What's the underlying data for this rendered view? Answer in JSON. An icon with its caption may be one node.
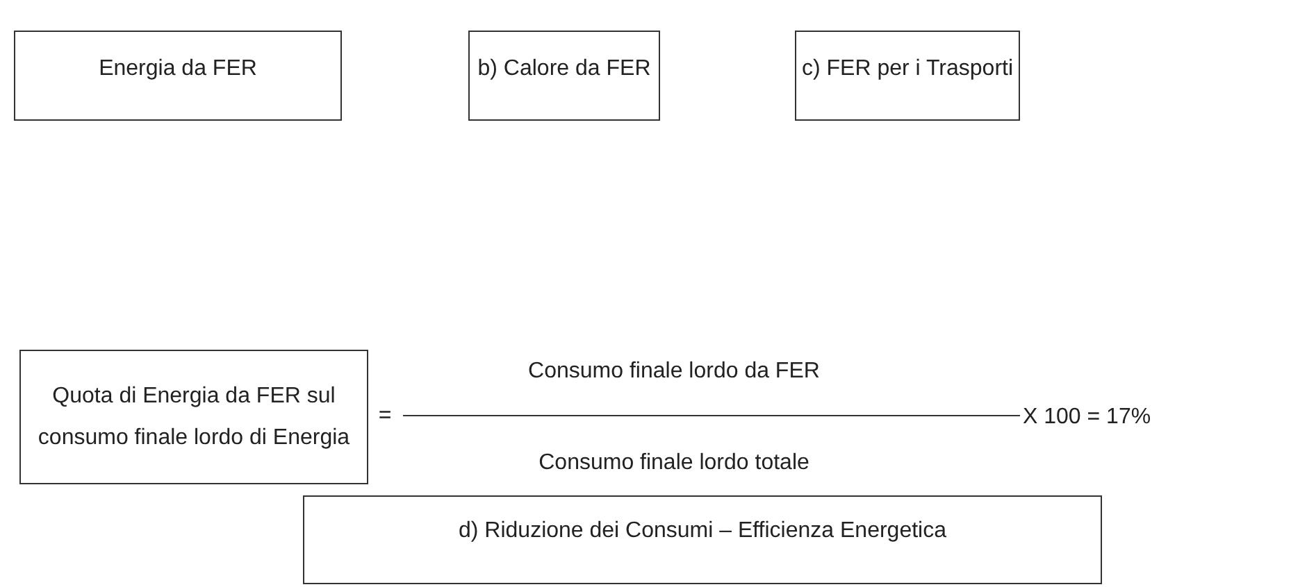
{
  "diagram": {
    "nodes": [
      {
        "text": [
          "Energia da FER"
        ]
      },
      {
        "text": [
          "b) Calore da FER"
        ]
      },
      {
        "text": [
          "c) FER per i Trasporti"
        ]
      },
      {
        "text": [
          "Quota di Energia da FER sul consumo finale lordo di Energia"
        ]
      },
      {
        "text": [
          "d) Riduzione dei Consumi – Efficienza Energetica"
        ]
      }
    ],
    "labels": [
      "=",
      "Consumo finale lordo da FER",
      "Consumo finale lordo totale",
      "X 100 = 17%"
    ]
  }
}
